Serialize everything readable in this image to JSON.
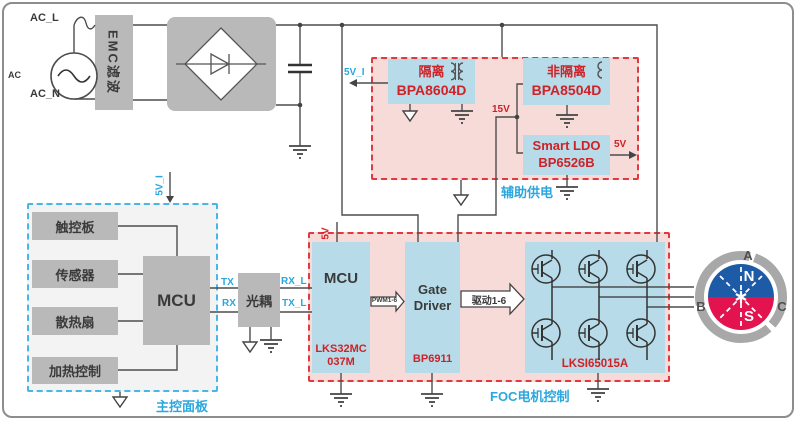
{
  "power_input": {
    "ac": "AC",
    "ac_l": "AC_L",
    "ac_n": "AC_N",
    "emc_filter": "EMC滤波"
  },
  "aux_power": {
    "title": "辅助供电",
    "v5_iso_out": "5V_I",
    "iso_tag": "隔离",
    "iso_part": "BPA8604D",
    "noniso_tag": "非隔离",
    "noniso_part": "BPA8504D",
    "v15": "15V",
    "ldo_name": "Smart LDO",
    "ldo_part": "BP6526B",
    "v5_out": "5V"
  },
  "main_board": {
    "title": "主控面板",
    "v5_in": "5V_I",
    "peripherals": [
      "触控板",
      "传感器",
      "散热扇",
      "加热控制"
    ],
    "mcu": "MCU",
    "tx": "TX",
    "rx": "RX"
  },
  "opto": {
    "label": "光耦",
    "rx_l": "RX_L",
    "tx_l": "TX_L"
  },
  "foc": {
    "title": "FOC电机控制",
    "v5_in": "5V",
    "mcu_name": "MCU",
    "mcu_part_line1": "LKS32MC",
    "mcu_part_line2": "037M",
    "pwm_bus": "PWM1-6",
    "gate_line1": "Gate",
    "gate_line2": "Driver",
    "gate_part": "BP6911",
    "drive_bus": "驱动1-6",
    "bridge_part": "LKSI65015A"
  },
  "motor": {
    "phase_a": "A",
    "phase_b": "B",
    "phase_c": "C",
    "pole_n": "N",
    "pole_s": "S"
  },
  "colors": {
    "accent_red": "#d02127",
    "accent_cyan": "#2aa7de",
    "region_pink": "#f7dbd9",
    "chip_blue": "#b7dbe8",
    "component_gray": "#b9b9b9",
    "motor_blue": "#1d5ba6",
    "motor_red": "#e3134f",
    "wire": "#4d4d4d"
  }
}
